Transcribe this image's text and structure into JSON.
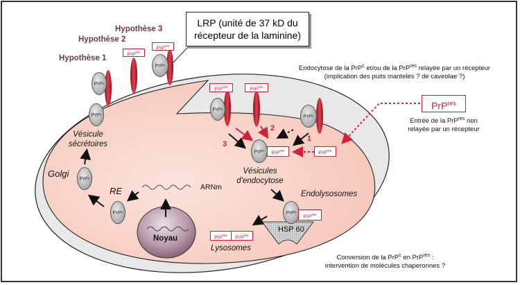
{
  "diagram": {
    "title_box": {
      "line1": "LRP (unité de 37 kD du",
      "line2": "récepteur de la laminine)"
    },
    "hypotheses": [
      "Hypothèse 1",
      "Hypothèse 2",
      "Hypothèse 3"
    ],
    "endocytose_text": {
      "line1_pre": "Endocytose de la PrP",
      "line1_sup1": "c",
      "line1_mid": " et/ou de la PrP",
      "line1_sup2": "res",
      "line1_post": " relayée par un récepteur",
      "line2": "(implication des puits mantelés ? de caveolae ?)"
    },
    "prres_entry": {
      "box_base": "PrP",
      "box_sup": "res",
      "line1_pre": "Entrée de la PrP",
      "line1_sup": "res",
      "line1_post": " non",
      "line2": "relayée par un récepteur"
    },
    "conversion_text": {
      "line1_pre": "Conversion de la PrP",
      "line1_sup1": "c",
      "line1_mid": " en PrP",
      "line1_sup2": "res",
      "line1_post": " :",
      "line2": "intervention de molécules chaperonnes ?"
    },
    "compartments": {
      "vesicule_secretoires": {
        "line1": "Vésicule",
        "line2": "sécrétoires"
      },
      "golgi": "Golgi",
      "re": "RE",
      "arnm": "ARNm",
      "noyau": "Noyau",
      "vesicules_endocytose": {
        "line1": "Vésicules",
        "line2": "d'endocytose"
      },
      "endolysosomes": "Endolysosomes",
      "lysosomes": "Lysosomes",
      "hsp": "HSP 60"
    },
    "protein_labels": {
      "prc_base": "PrP",
      "prc_sup": "c",
      "prres_base": "PrP",
      "prres_sup": "res"
    },
    "pathway_numbers": [
      "1",
      "2",
      "3"
    ],
    "colors": {
      "accent_red": "#c0223a",
      "hypothesis_text": "#6b3a4f",
      "cytoplasm": "#f9cfc4",
      "membrane_gray": "#e6e6e6",
      "nucleus": "#a8869a"
    }
  }
}
